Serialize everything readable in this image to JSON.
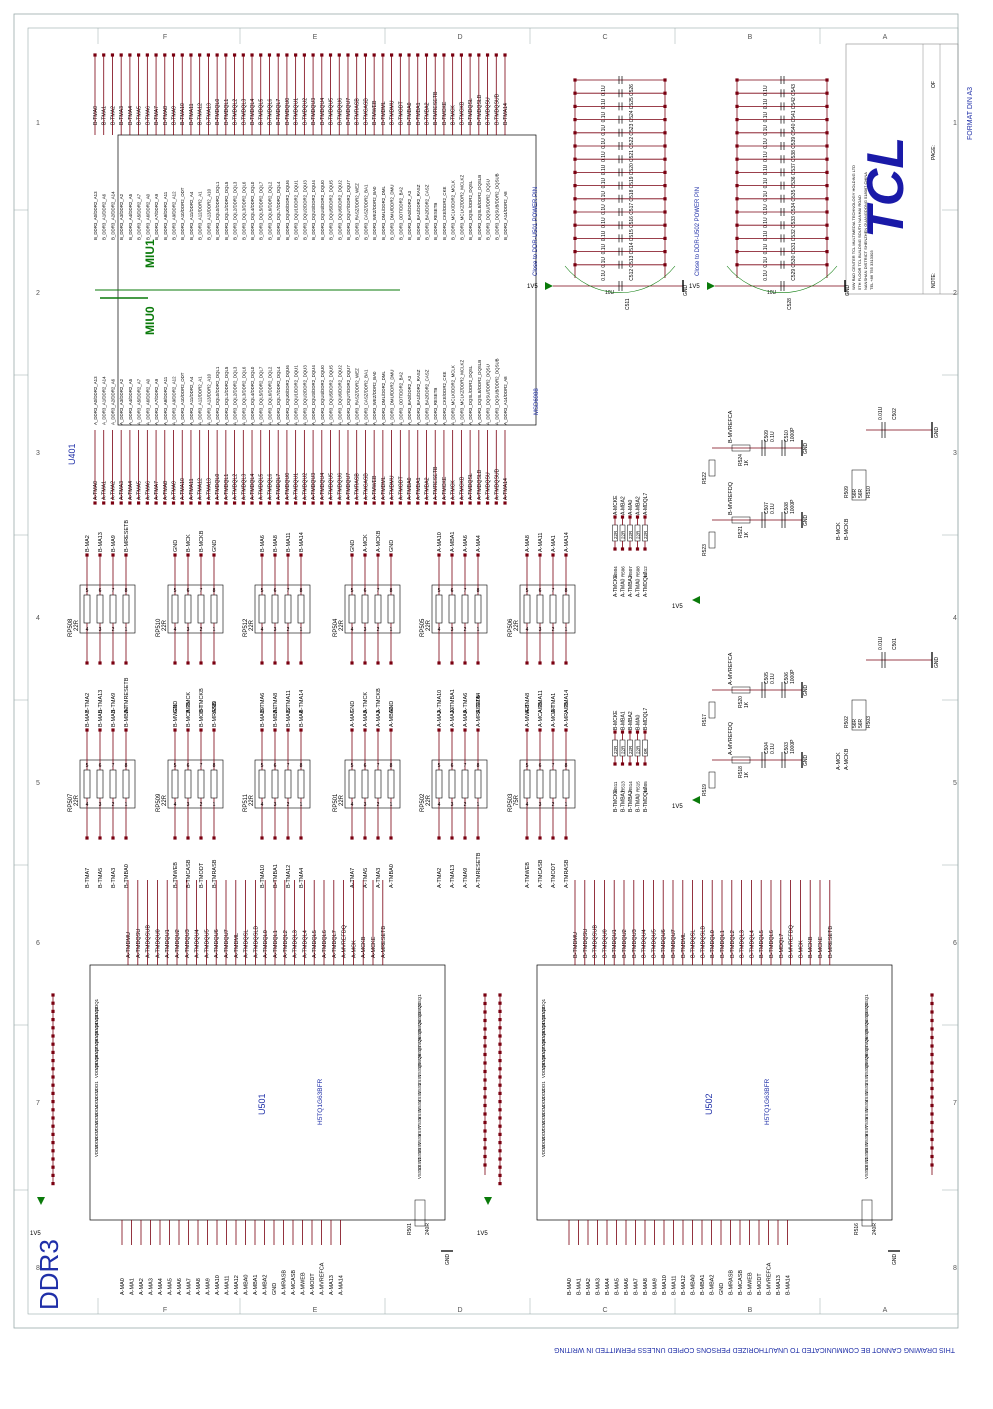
{
  "sheet": {
    "title": "DDR3",
    "footer": "THIS DRAWING CANNOT BE COMMUNICATED TO UNAUTHORIZED PERSONS COPIED UNLESS PERMITTED IN WRITING",
    "format": "FORMAT DIN A3",
    "col_labels": [
      "F",
      "E",
      "D",
      "C",
      "B",
      "A"
    ],
    "row_labels": [
      "1",
      "2",
      "3",
      "4",
      "5",
      "6",
      "7",
      "8"
    ]
  },
  "title_block": {
    "logo": "TCL",
    "company": [
      "WW R&D CENTER TCL MULTIMEDIA TECHNOLOGY HOLDING LTD",
      "5TH FLOOR TCL BUILDING SOUTH NANHAI ROAD",
      "NANSHAN DISTRICT SHENZHEN GUANGDONG 518067 CHINA",
      "TEL +86 755 3313303"
    ],
    "note_label": "NOTE:",
    "page_label": "PAGE:",
    "of_label": "OF"
  },
  "u401": {
    "ref": "U401",
    "part": "MSD6988",
    "miu0": "MIU0",
    "miu1": "MIU1",
    "a_nets": [
      "A-TMA0",
      "A-TMA1",
      "A-TMA2",
      "A-TMA3",
      "A-TMA4",
      "A-TMA5",
      "A-TMA6",
      "A-TMA7",
      "A-TMA8",
      "A-TMA9",
      "A-TMA10",
      "A-TMA11",
      "A-TMA12",
      "A-TMA13",
      "A-TMDQL0",
      "A-TMDQL1",
      "A-TMDQL2",
      "A-TMDQL3",
      "A-TMDQL4",
      "A-TMDQL5",
      "A-TMDQL6",
      "A-TMDQL7",
      "A-TMDQU0",
      "A-TMDQU1",
      "A-TMDQU2",
      "A-TMDQU3",
      "A-TMDQU4",
      "A-TMDQU5",
      "A-TMDQU6",
      "A-TMDQU7",
      "A-TMRASB",
      "A-TMCASB",
      "A-TMWEB",
      "A-TMDML",
      "A-TMDMU",
      "A-TMODT",
      "A-TMBA0",
      "A-TMBA1",
      "A-TMBA2",
      "A-TMRESETB",
      "A-TMCKE",
      "A-TMCK",
      "A-TMCKB",
      "A-TMDQSL",
      "A-TMDQSLB",
      "A-TMDQSU",
      "A-TMDQSUB",
      "A-TMA14"
    ],
    "a_pins": [
      "A_DDR3_A0/DDR2_A13",
      "A_DDR3_A1/DDR2_A14",
      "A_DDR3_A2/DDR2_A6",
      "A_DDR3_A3/DDR2_A2",
      "A_DDR3_A4/DDR2_A5",
      "A_DDR3_A5/DDR2_A7",
      "A_DDR3_A6/DDR2_A0",
      "A_DDR3_A7/DDR2_A9",
      "A_DDR3_A8/DDR2_A11",
      "A_DDR3_A9/DDR2_A12",
      "A_DDR3_A10/DDR2_ODT",
      "A_DDR3_A11/DDR2_A4",
      "A_DDR3_A12/DDR2_A1",
      "A_DDR3_A13/DDR2_A10",
      "A_DDR3_DQL0/DDR2_DQL1",
      "A_DDR3_DQL1/DDR2_DQL5",
      "A_DDR3_DQL2/DDR2_DQL3",
      "A_DDR3_DQL3/DDR2_DQL6",
      "A_DDR3_DQL4/DDR2_DQL0",
      "A_DDR3_DQL5/DDR2_DQL7",
      "A_DDR3_DQL6/DDR2_DQL2",
      "A_DDR3_DQL7/DDR2_DQL4",
      "A_DDR3_DQU0/DDR2_DQU6",
      "A_DDR3_DQU1/DDR2_DQU1",
      "A_DDR3_DQU2/DDR2_DQU3",
      "A_DDR3_DQU3/DDR2_DQU4",
      "A_DDR3_DQU4/DDR2_DQU0",
      "A_DDR3_DQU5/DDR2_DQU5",
      "A_DDR3_DQU6/DDR2_DQU2",
      "A_DDR3_DQU7/DDR2_DQU7",
      "A_DDR3_RASZ/DDR2_WEZ",
      "A_DDR3_CASZ/DDR2_BA1",
      "A_DDR3_WEZ/DDR2_BA0",
      "A_DDR3_DML/DDR2_DML",
      "A_DDR3_DMU/DDR2_DMU",
      "A_DDR3_ODT/DDR2_BA2",
      "A_DDR3_BA0/DDR2_A3",
      "A_DDR3_BA1/DDR2_RASZ",
      "A_DDR3_BA2/DDR2_CASZ",
      "A_DDR3_RESETB",
      "A_DDR3_CKE/DDR2_CKE",
      "A_DDR3_MCLK/DDR2_MCLK",
      "A_DDR3_MCLKZ/DDR2_MCLKZ",
      "A_DDR3_DQSL/DDR2_DQSL",
      "A_DDR3_DQSLB/DDR2_DQSLB",
      "A_DDR3_DQSU/DDR2_DQSU",
      "A_DDR3_DQSUB/DDR2_DQSUB",
      "A_DDR3_A14/DDR2_A8"
    ],
    "b_nets": [
      "B-TMA0",
      "B-TMA1",
      "B-TMA2",
      "B-TMA3",
      "B-TMA4",
      "B-TMA5",
      "B-TMA6",
      "B-TMA7",
      "B-TMA8",
      "B-TMA9",
      "B-TMA10",
      "B-TMA11",
      "B-TMA12",
      "B-TMA13",
      "B-TMDQL0",
      "B-TMDQL1",
      "B-TMDQL2",
      "B-TMDQL3",
      "B-TMDQL4",
      "B-TMDQL5",
      "B-TMDQL6",
      "B-TMDQL7",
      "B-TMDQU0",
      "B-TMDQU1",
      "B-TMDQU2",
      "B-TMDQU3",
      "B-TMDQU4",
      "B-TMDQU5",
      "B-TMDQU6",
      "B-TMDQU7",
      "B-TMRASB",
      "B-TMCASB",
      "B-TMWEB",
      "B-TMDML",
      "B-TMDMU",
      "B-TMODT",
      "B-TMBA0",
      "B-TMBA1",
      "B-TMBA2",
      "B-TMRESETB",
      "B-TMCKE",
      "B-TMCK",
      "B-TMCKB",
      "B-TMDQSL",
      "B-TMDQSLB",
      "B-TMDQSU",
      "B-TMDQSUB",
      "B-TMA14"
    ],
    "b_pins": [
      "B_DDR3_A0/DDR2_A13",
      "B_DDR3_A1/DDR2_A6",
      "B_DDR3_A2/DDR2_A14",
      "B_DDR3_A3/DDR2_A2",
      "B_DDR3_A4/DDR2_A5",
      "B_DDR3_A5/DDR2_A7",
      "B_DDR3_A6/DDR2_A0",
      "B_DDR3_A7/DDR2_A9",
      "B_DDR3_A8/DDR2_A11",
      "B_DDR3_A9/DDR2_A12",
      "B_DDR3_A10/DDR2_ODT",
      "B_DDR3_A11/DDR2_A4",
      "B_DDR3_A12/DDR2_A1",
      "B_DDR3_A13/DDR2_A10",
      "B_DDR3_DQL0/DDR2_DQL1",
      "B_DDR3_DQL1/DDR2_DQL5",
      "B_DDR3_DQL2/DDR2_DQL3",
      "B_DDR3_DQL3/DDR2_DQL6",
      "B_DDR3_DQL4/DDR2_DQL0",
      "B_DDR3_DQL5/DDR2_DQL7",
      "B_DDR3_DQL6/DDR2_DQL2",
      "B_DDR3_DQL7/DDR2_DQL4",
      "B_DDR3_DQU0/DDR2_DQU6",
      "B_DDR3_DQU1/DDR2_DQU1",
      "B_DDR3_DQU2/DDR2_DQU3",
      "B_DDR3_DQU3/DDR2_DQU4",
      "B_DDR3_DQU4/DDR2_DQU0",
      "B_DDR3_DQU5/DDR2_DQU5",
      "B_DDR3_DQU6/DDR2_DQU2",
      "B_DDR3_DQU7/DDR2_DQU7",
      "B_DDR3_RASZ/DDR2_WEZ",
      "B_DDR3_CASZ/DDR2_BA1",
      "B_DDR3_WEZ/DDR2_BA0",
      "B_DDR3_DML/DDR2_DML",
      "B_DDR3_DMU/DDR2_DMU",
      "B_DDR3_ODT/DDR2_BA2",
      "B_DDR3_BA0/DDR2_A3",
      "B_DDR3_BA1/DDR2_RASZ",
      "B_DDR3_BA2/DDR2_CASZ",
      "B_DDR3_RESETB",
      "B_DDR3_CKE/DDR2_CKE",
      "B_DDR3_MCLK/DDR2_MCLK",
      "B_DDR3_MCLKZ/DDR2_MCLKZ",
      "B_DDR3_DQSL/DDR2_DQSL",
      "B_DDR3_DQSLB/DDR2_DQSLB",
      "B_DDR3_DQSU/DDR2_DQSU",
      "B_DDR3_DQSUB/DDR2_DQSUB",
      "B_DDR3_A14/DDR2_A8"
    ]
  },
  "decoupling": {
    "group1_label": "Close to DDR-U501 POWER PIN",
    "group2_label": "Close to DDR-U502 POWER PIN",
    "g1_caps": [
      "C526",
      "C525",
      "C524",
      "C523",
      "C522",
      "C521",
      "C520",
      "C519",
      "C518",
      "C517",
      "C516",
      "C515",
      "C514",
      "C513",
      "C512"
    ],
    "g2_caps": [
      "C543",
      "C542",
      "C541",
      "C540",
      "C539",
      "C538",
      "C537",
      "C536",
      "C535",
      "C534",
      "C533",
      "C532",
      "C531",
      "C530",
      "C529"
    ],
    "cap_value": "0.1U",
    "bulk1": "C511",
    "bulk2": "C528",
    "bulk_value": "10U",
    "supply": "1V5",
    "gnd": "GND"
  },
  "rpacks_top": [
    {
      "ref": "RP508",
      "val": "22R",
      "a": [
        "B-MA2",
        "B-MA13",
        "B-MA9",
        "B-MRESETB"
      ],
      "b": [
        "B-TMA2",
        "B-TMA13",
        "B-TMA9",
        "B-TMRESETB"
      ]
    },
    {
      "ref": "RP510",
      "val": "22R",
      "a": [
        "GND",
        "B-MCK",
        "B-MCKB",
        "GND"
      ],
      "b": [
        "GND",
        "B-TMCK",
        "B-TMCKB",
        "GND"
      ]
    },
    {
      "ref": "RP512",
      "val": "22R",
      "a": [
        "B-MA6",
        "B-MA8",
        "B-MA11",
        "B-MA14"
      ],
      "b": [
        "B-TMA6",
        "B-TMA8",
        "B-TMA11",
        "B-TMA14"
      ]
    },
    {
      "ref": "RP504",
      "val": "22R",
      "a": [
        "GND",
        "A-MCK",
        "A-MCKB",
        "GND"
      ],
      "b": [
        "GND",
        "A-TMCK",
        "A-TMCKB",
        "GND"
      ]
    },
    {
      "ref": "RP505",
      "val": "22R",
      "a": [
        "A-MA10",
        "A-MBA1",
        "A-MA6",
        "A-MA4"
      ],
      "b": [
        "A-TMA10",
        "A-TMBA1",
        "A-TMA6",
        "A-TMA4"
      ]
    },
    {
      "ref": "RP506",
      "val": "22R",
      "a": [
        "A-MA8",
        "A-MA11",
        "A-MA1",
        "A-MA14"
      ],
      "b": [
        "A-TMA8",
        "A-TMA11",
        "A-TMA1",
        "A-TMA14"
      ]
    }
  ],
  "rpacks_bot": [
    {
      "ref": "RP507",
      "val": "22R",
      "a": [
        "B-MA7",
        "B-MA5",
        "B-MA3",
        "B-MBA0"
      ],
      "b": [
        "B-TMA7",
        "B-TMA5",
        "B-TMA3",
        "B-TMBA0"
      ]
    },
    {
      "ref": "RP509",
      "val": "22R",
      "a": [
        "B-MWEB",
        "B-MCASB",
        "B-MODT",
        "B-MRASB"
      ],
      "b": [
        "B-TMWEB",
        "B-TMCASB",
        "B-TMODT",
        "B-TMRASB"
      ]
    },
    {
      "ref": "RP511",
      "val": "22R",
      "a": [
        "B-MA10",
        "B-MBA1",
        "B-MA12",
        "B-MA4"
      ],
      "b": [
        "B-TMA10",
        "B-TMBA1",
        "B-TMA12",
        "B-TMA4"
      ]
    },
    {
      "ref": "RP501",
      "val": "22R",
      "a": [
        "A-MA7",
        "A-MA5",
        "A-MA3",
        "A-MBA0"
      ],
      "b": [
        "A-TMA7",
        "A-TMA5",
        "A-TMA3",
        "A-TMBA0"
      ]
    },
    {
      "ref": "RP502",
      "val": "22R",
      "a": [
        "A-MA2",
        "A-MA13",
        "A-MA9",
        "A-MRESETB"
      ],
      "b": [
        "A-TMA2",
        "A-TMA13",
        "A-TMA9",
        "A-TMRESETB"
      ]
    },
    {
      "ref": "RP503",
      "val": "75R",
      "a": [
        "A-MWEB",
        "A-MCASB",
        "A-MODT",
        "A-MRASB"
      ],
      "b": [
        "A-TMWEB",
        "A-TMCASB",
        "A-TMODT",
        "A-TMRASB"
      ]
    }
  ],
  "series_res": {
    "top": {
      "refs": [
        "R504",
        "R506",
        "R507",
        "R508",
        "R512"
      ],
      "vals": [
        "22R",
        "22R",
        "22R",
        "22R",
        "22R"
      ],
      "left": [
        "A-TMCKE",
        "A-TMA0",
        "A-TMBA2",
        "A-TMA0",
        "A-TMDQL7"
      ],
      "right": [
        "A-MCKE",
        "A-MBA2",
        "A-MA0",
        "A-MBA2",
        "A-MDQL7"
      ]
    },
    "bot": {
      "refs": [
        "R511",
        "R513",
        "R514",
        "R515",
        "R505"
      ],
      "vals": [
        "22R",
        "22R",
        "22R",
        "22R",
        "0R"
      ],
      "left": [
        "B-TMCKE",
        "B-TMBA1",
        "B-TMBA2",
        "B-TMA0",
        "B-TMDQL7"
      ],
      "right": [
        "B-MCKE",
        "B-MBA1",
        "B-MBA2",
        "B-MA0",
        "B-MDQL7"
      ]
    }
  },
  "vref": [
    {
      "net": "B-MVREFCA",
      "r1": "R524",
      "r2": "R522",
      "c1": "C509",
      "c2": "C510",
      "rv": "1K",
      "cv1": "0.1U",
      "cv2": "1000P"
    },
    {
      "net": "B-MVREFDQ",
      "r1": "R521",
      "r2": "R523",
      "c1": "C507",
      "c2": "C508",
      "rv": "1K",
      "cv1": "0.1U",
      "cv2": "1000P"
    },
    {
      "net": "A-MVREFCA",
      "r1": "R520",
      "r2": "R517",
      "c1": "C505",
      "c2": "C506",
      "rv": "1K",
      "cv1": "0.1U",
      "cv2": "1000P"
    },
    {
      "net": "A-MVREFDQ",
      "r1": "R518",
      "r2": "R519",
      "c1": "C504",
      "c2": "C503",
      "rv": "1K",
      "cv1": "0.1U",
      "cv2": "1000P"
    }
  ],
  "term": [
    {
      "r1": "R509",
      "r2": "R510",
      "val": "56R",
      "cap": "C502",
      "cval": "0.01U",
      "n1": "B-MCK",
      "n2": "B-MCKB"
    },
    {
      "r1": "R502",
      "r2": "R503",
      "val": "56R",
      "cap": "C501",
      "cval": "0.01U",
      "n1": "A-MCK",
      "n2": "A-MCKB"
    }
  ],
  "u501": {
    "ref": "U501",
    "part": "H5TQ1G63BFR",
    "data_nets": [
      "A-TMDMU",
      "A-TMDQSU",
      "A-TMDQSUB",
      "A-TMDQU0",
      "A-TMDQU1",
      "A-TMDQU2",
      "A-TMDQU3",
      "A-TMDQU4",
      "A-TMDQU5",
      "A-TMDQU6",
      "A-TMDQU7",
      "A-TMDML",
      "A-TMDQSL",
      "A-TMDQSLB",
      "A-TMDQL0",
      "A-TMDQL1",
      "A-TMDQL2",
      "A-TMDQL3",
      "A-TMDQL4",
      "A-TMDQL5",
      "A-TMDQL6",
      "A-TMDQL7",
      "A-MVREFDQ",
      "A-MCK",
      "A-MCKB",
      "A-MCKE",
      "A-MRESETB"
    ],
    "addr_nets": [
      "A-MA0",
      "A-MA1",
      "A-MA2",
      "A-MA3",
      "A-MA4",
      "A-MA5",
      "A-MA6",
      "A-MA7",
      "A-MA8",
      "A-MA9",
      "A-MA10",
      "A-MA11",
      "A-MA12",
      "A-MBA0",
      "A-MBA1",
      "A-MBA2",
      "GND",
      "A-MRASB",
      "A-MCASB",
      "A-MWEB",
      "A-MODT",
      "A-MVREFCA",
      "A-MA13",
      "A-MA14"
    ],
    "pwr_pins": [
      "VDDQ1",
      "VDDQ2",
      "VDDQ3",
      "VDDQ4",
      "VDDQ5",
      "VDDQ6",
      "VDDQ7",
      "VDDQ8",
      "VDDQ9",
      "VDD1",
      "VDD2",
      "VDD3",
      "VDD4",
      "VDD5",
      "VDD6",
      "VDD7",
      "VDD8",
      "VDD9"
    ],
    "gnd_pins": [
      "VSSQ1",
      "VSSQ2",
      "VSSQ3",
      "VSSQ4",
      "VSSQ5",
      "VSSQ6",
      "VSSQ7",
      "VSSQ8",
      "VSSQ9",
      "VSS1",
      "VSS2",
      "VSS3",
      "VSS4",
      "VSS5",
      "VSS6",
      "VSS7",
      "VSS8",
      "VSS9",
      "VSS10",
      "VSS11",
      "VSS12"
    ],
    "zq_res": "R501",
    "zq_val": "240R"
  },
  "u502": {
    "ref": "U502",
    "part": "H5TQ1G63BFR",
    "data_nets": [
      "B-TMDMU",
      "B-TMDQSU",
      "B-TMDQSUB",
      "B-TMDQU0",
      "B-TMDQU1",
      "B-TMDQU2",
      "B-TMDQU3",
      "B-TMDQU4",
      "B-TMDQU5",
      "B-TMDQU6",
      "B-TMDQU7",
      "B-TMDML",
      "B-TMDQSL",
      "B-TMDQSLB",
      "B-TMDQL0",
      "B-TMDQL1",
      "B-TMDQL2",
      "B-TMDQL3",
      "B-TMDQL4",
      "B-TMDQL5",
      "B-TMDQL6",
      "B-MDQL7",
      "B-MVREFDQ",
      "B-MCK",
      "B-MCKB",
      "B-MCKE",
      "B-MRESETB"
    ],
    "addr_nets": [
      "B-MA0",
      "B-MA1",
      "B-MA2",
      "B-MA3",
      "B-MA4",
      "B-MA5",
      "B-MA6",
      "B-MA7",
      "B-MA8",
      "B-MA9",
      "B-MA10",
      "B-MA11",
      "B-MA12",
      "B-MBA0",
      "B-MBA1",
      "B-MBA2",
      "GND",
      "B-MRASB",
      "B-MCASB",
      "B-MWEB",
      "B-MODT",
      "B-MVREFCA",
      "B-MA13",
      "B-MA14"
    ],
    "pwr_pins": [
      "VDDQ1",
      "VDDQ2",
      "VDDQ3",
      "VDDQ4",
      "VDDQ5",
      "VDDQ6",
      "VDDQ7",
      "VDDQ8",
      "VDDQ9",
      "VDD1",
      "VDD2",
      "VDD3",
      "VDD4",
      "VDD5",
      "VDD6",
      "VDD7",
      "VDD8",
      "VDD9"
    ],
    "gnd_pins": [
      "VSSQ1",
      "VSSQ2",
      "VSSQ3",
      "VSSQ4",
      "VSSQ5",
      "VSSQ6",
      "VSSQ7",
      "VSSQ8",
      "VSSQ9",
      "VSS1",
      "VSS2",
      "VSS3",
      "VSS4",
      "VSS5",
      "VSS6",
      "VSS7",
      "VSS8",
      "VSS9",
      "VSS10",
      "VSS11",
      "VSS12"
    ],
    "zq_res": "R516",
    "zq_val": "240R"
  }
}
